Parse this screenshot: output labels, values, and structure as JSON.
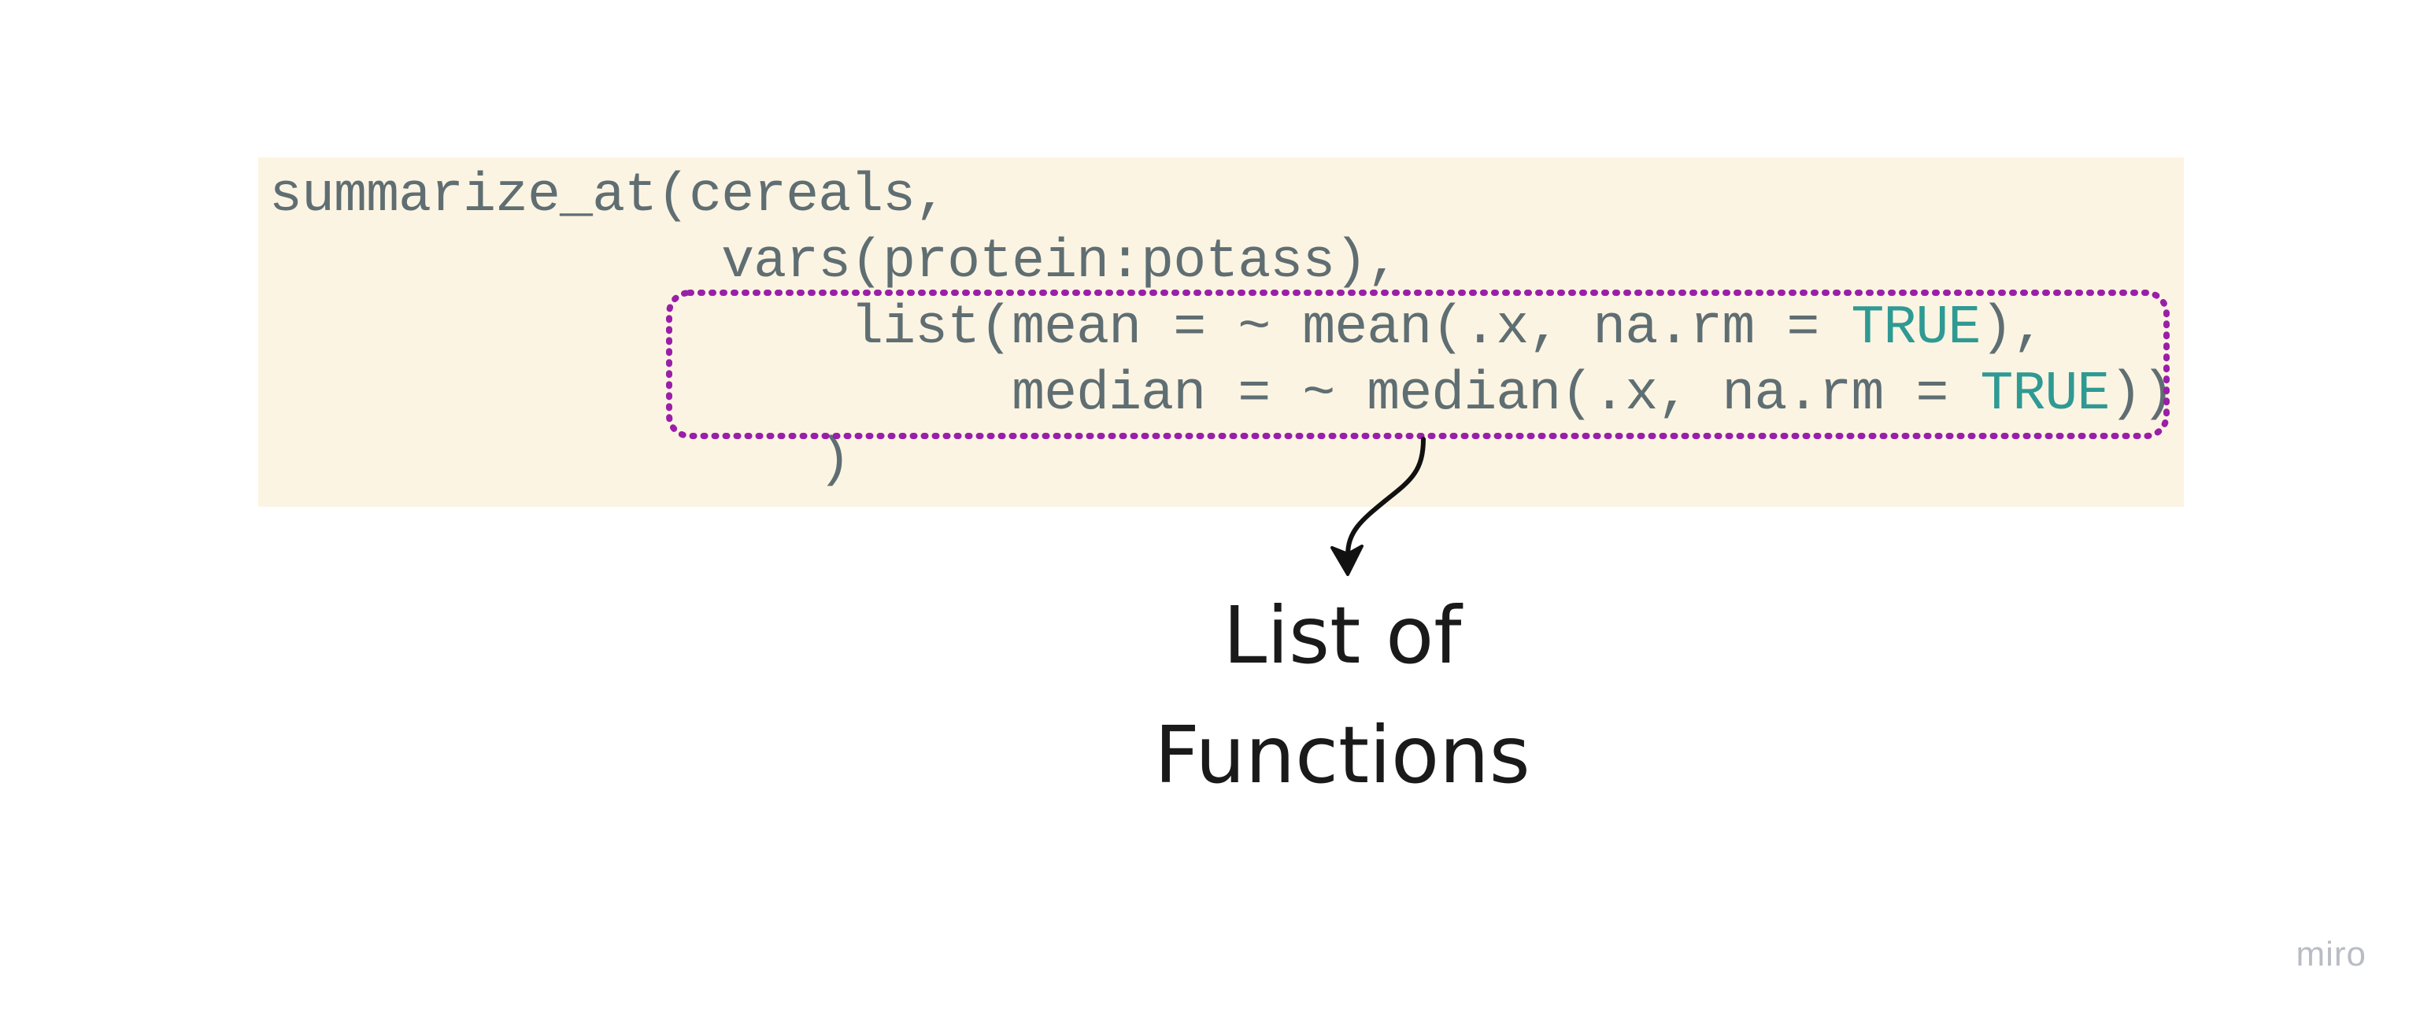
{
  "code": {
    "lines": [
      {
        "pre": "summarize_at(cereals,",
        "kw": "",
        "post": ""
      },
      {
        "pre": "              vars(protein:potass),",
        "kw": "",
        "post": ""
      },
      {
        "pre": "                  list(mean = ~ mean(.x, na.rm = ",
        "kw": "TRUE",
        "post": "),"
      },
      {
        "pre": "                       median = ~ median(.x, na.rm = ",
        "kw": "TRUE",
        "post": "))"
      },
      {
        "pre": "                 )",
        "kw": "",
        "post": ""
      }
    ],
    "background_color": "#fcf4e2",
    "text_color": "#5f6e72",
    "keyword_color": "#2e9a93"
  },
  "highlight": {
    "border_color": "#9a1fa8",
    "style": "dotted"
  },
  "annotation": {
    "line1": "List of",
    "line2": "Functions"
  },
  "watermark": "miro"
}
